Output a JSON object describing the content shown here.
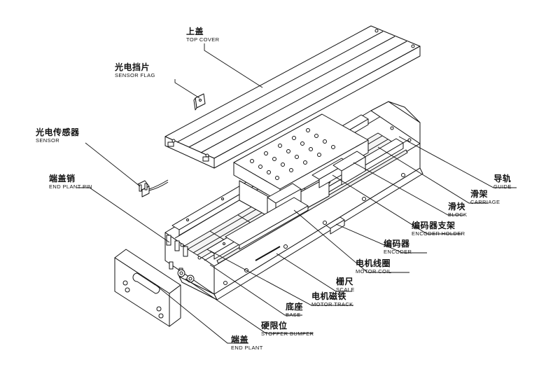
{
  "labels": {
    "top_cover": {
      "zh": "上盖",
      "en": "TOP COVER"
    },
    "sensor_flag": {
      "zh": "光电挡片",
      "en": "SENSOR FLAG"
    },
    "sensor": {
      "zh": "光电传感器",
      "en": "SENSOR"
    },
    "end_plant_pin": {
      "zh": "端盖销",
      "en": "END PLANT PIN"
    },
    "guide": {
      "zh": "导轨",
      "en": "GUIDE"
    },
    "carriage": {
      "zh": "滑架",
      "en": "CARRIAGE"
    },
    "block": {
      "zh": "滑块",
      "en": "BLOCK"
    },
    "encoder_holder": {
      "zh": "编码器支架",
      "en": "ENCODER HOLDER"
    },
    "encoder": {
      "zh": "编码器",
      "en": "ENCODER"
    },
    "motor_coil": {
      "zh": "电机线圈",
      "en": "MOTOR COIL"
    },
    "scale": {
      "zh": "栅尺",
      "en": "SCALE"
    },
    "motor_track": {
      "zh": "电机磁铁",
      "en": "MOTOR TRACK"
    },
    "base": {
      "zh": "底座",
      "en": "BASE"
    },
    "stopper_bumper": {
      "zh": "硬限位",
      "en": "STOPPER BUMPER"
    },
    "end_plant": {
      "zh": "端盖",
      "en": "END PLANT"
    }
  }
}
